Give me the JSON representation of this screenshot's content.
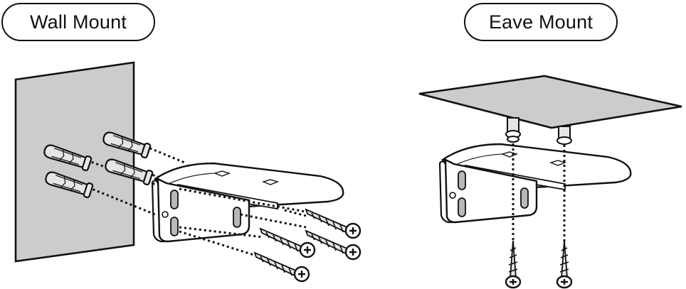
{
  "labels": {
    "wall_mount": "Wall Mount",
    "eave_mount": "Eave Mount"
  },
  "colors": {
    "ink": "#111111",
    "surface": "#cccccc",
    "slot": "#b8b8b8",
    "background": "#ffffff"
  },
  "icons": [
    "wall-plate",
    "eave-plate",
    "mounting-bracket",
    "wall-anchor",
    "phillips-screw",
    "guide-line"
  ]
}
